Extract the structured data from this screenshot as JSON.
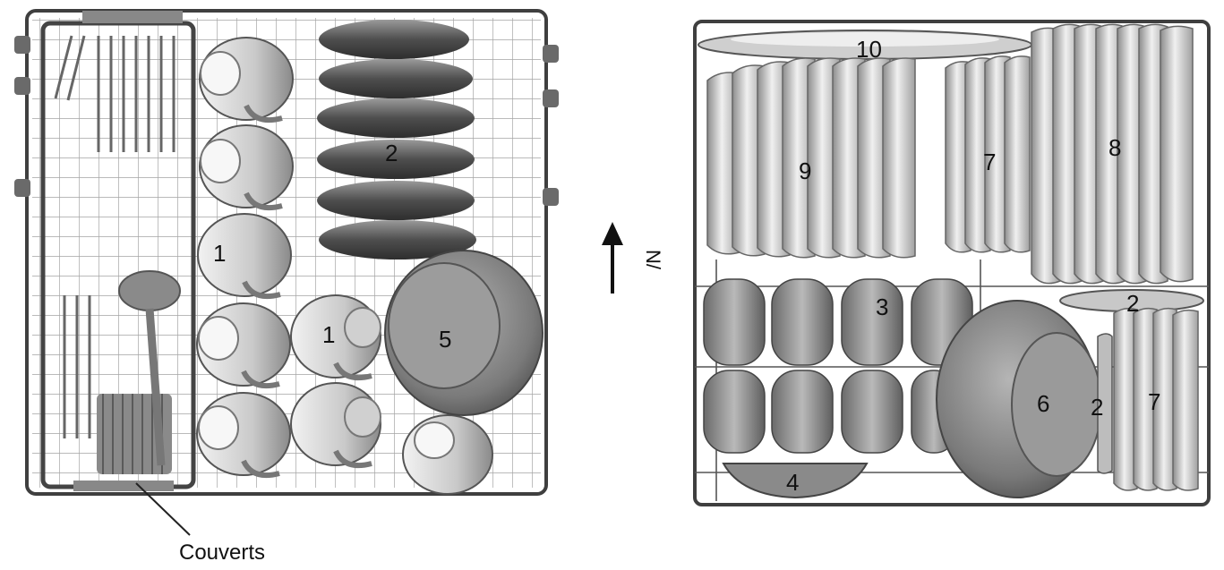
{
  "left_rack": {
    "labels": {
      "cups_upper": "1",
      "cups_lower": "1",
      "saucers": "2",
      "bowl": "5",
      "cutlery_caption": "Couverts"
    }
  },
  "orientation": {
    "arrow_label": "N/"
  },
  "right_rack": {
    "labels": {
      "big_plate": "10",
      "plates_left": "9",
      "plates_middle": "7",
      "plates_right": "8",
      "glasses": "3",
      "saucer_top": "2",
      "large_bowl": "6",
      "saucer_side": "2",
      "plates_lower": "7",
      "small_dish": "4"
    }
  },
  "colors": {
    "wire": "#4a4a4a",
    "dish_dark": "#5a5a5a",
    "dish_light": "#d6d6d6",
    "ink": "#111111"
  }
}
